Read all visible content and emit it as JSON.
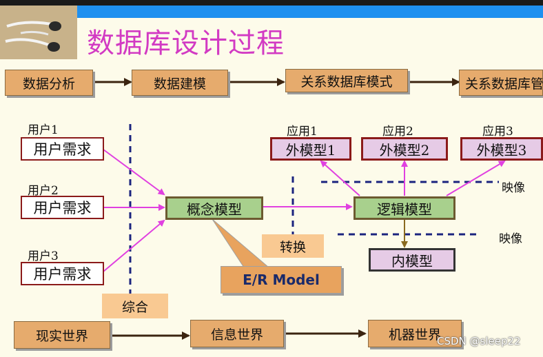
{
  "title": "数据库设计过程",
  "flow_top": [
    "数据分析",
    "数据建模",
    "关系数据库模式",
    "关系数据库管"
  ],
  "users": [
    {
      "label": "用户1",
      "box": "用户需求"
    },
    {
      "label": "用户2",
      "box": "用户需求"
    },
    {
      "label": "用户3",
      "box": "用户需求"
    }
  ],
  "apps": [
    {
      "label": "应用1",
      "box": "外模型1"
    },
    {
      "label": "应用2",
      "box": "外模型2"
    },
    {
      "label": "应用3",
      "box": "外模型3"
    }
  ],
  "conceptual_model": "概念模型",
  "logical_model": "逻辑模型",
  "internal_model": "内模型",
  "er_callout": "E/R Model",
  "tag_synthesis": "综合",
  "tag_transform": "转换",
  "mapping_labels": [
    "映像",
    "映像"
  ],
  "flow_bottom": [
    "现实世界",
    "信息世界",
    "机器世界"
  ],
  "watermark": "CSDN @sleep22",
  "colors": {
    "title": "#d23ac3",
    "arrow_magenta": "#e040e0",
    "flow_box": "#e6ab6d",
    "green_box": "#a8d08d",
    "dashed": "#1a237e"
  }
}
